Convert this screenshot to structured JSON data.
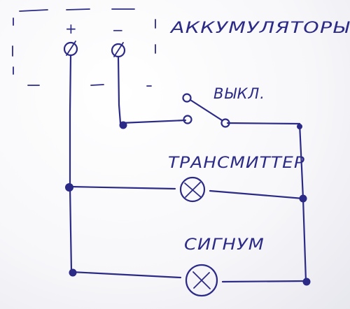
{
  "labels": {
    "battery": "АККУМУЛЯТОРЫ",
    "switch": "ВЫКЛ.",
    "transmitter": "ТРАНСМИТТЕР",
    "signum": "СИГНУМ",
    "plus": "+",
    "minus": "−"
  },
  "colors": {
    "ink": "#2b2a86",
    "paper": "#ffffff"
  }
}
